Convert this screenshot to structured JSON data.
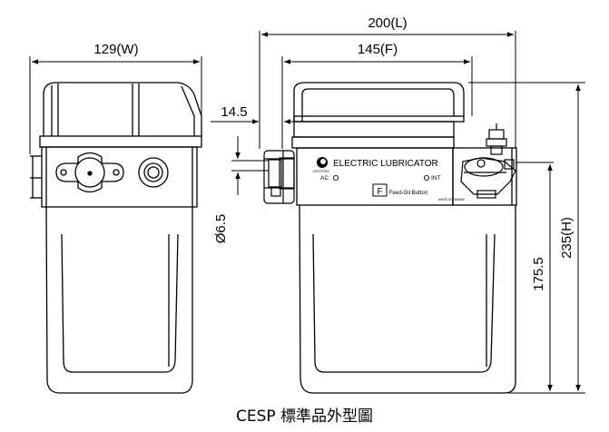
{
  "dimensions": {
    "width": "129(W)",
    "length": "200(L)",
    "front": "145(F)",
    "offset": "14.5",
    "hole": "Ø6.5",
    "height": "235(H)",
    "inner_height": "175.5"
  },
  "panel": {
    "logo_text": "CESTERC",
    "title": "ELECTRIC LUBRICATOR",
    "ac_label": "AC",
    "int_label": "INT",
    "button_letter": "F",
    "button_label": "Feed-Oil Button",
    "tiny_text": "MADE IN TAIWAN"
  },
  "caption": "CESP 標準品外型圖"
}
